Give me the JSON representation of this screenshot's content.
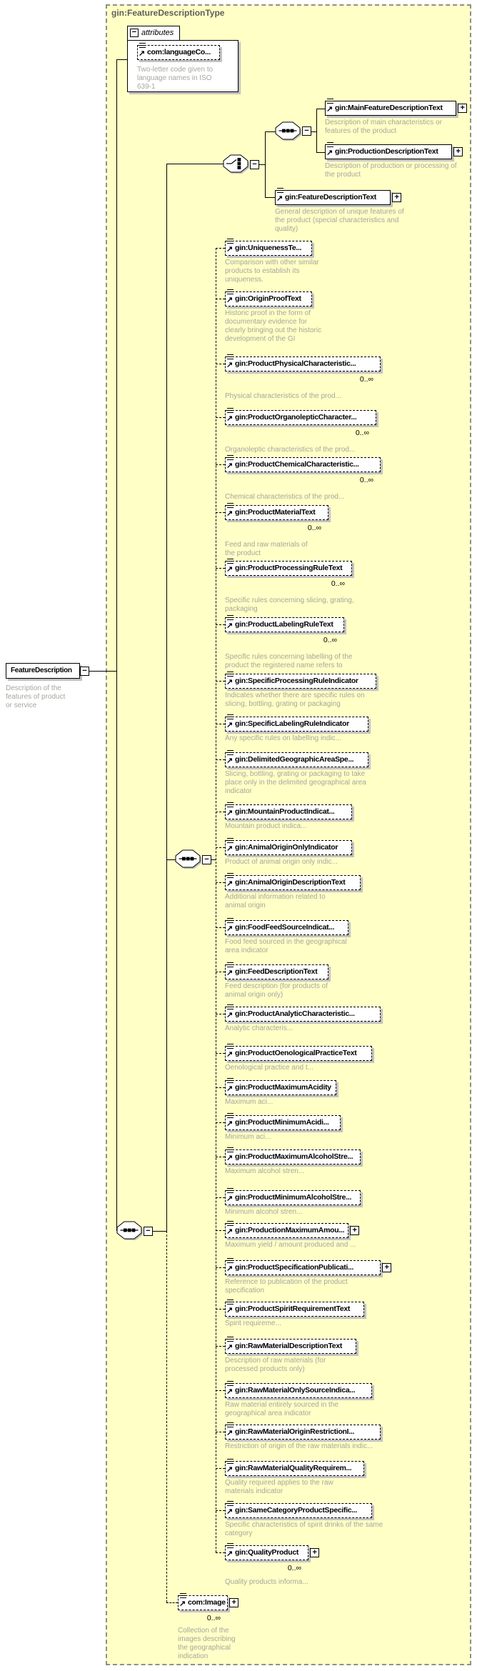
{
  "schema_type": {
    "label": "gin:FeatureDescriptionType"
  },
  "root_element": {
    "label": "FeatureDescription",
    "desc": "Description of the features of product or service"
  },
  "attributes_box": {
    "label": "attributes",
    "attribute": {
      "id": "com-languageCode",
      "label": "com:languageCo...",
      "desc": "Two-letter code given to language names in ISO 639-1"
    }
  },
  "elements": [
    {
      "id": "gin-MainFeatureDescriptionText",
      "label": "gin:MainFeatureDescriptionText",
      "desc": "Description of main characteristics or features of the product",
      "optional": false,
      "expandable": true
    },
    {
      "id": "gin-ProductionDescriptionText",
      "label": "gin:ProductionDescriptionText",
      "desc": "Description of production or processing of the product",
      "optional": false,
      "expandable": true
    },
    {
      "id": "gin-FeatureDescriptionText",
      "label": "gin:FeatureDescriptionText",
      "desc": "General description of unique features of the product (special characteristics and quality)",
      "optional": false,
      "expandable": true
    },
    {
      "id": "gin-UniquenessText",
      "label": "gin:UniquenessTe...",
      "desc": "Comparison with other similar products to establish its uniqueness.",
      "optional": true
    },
    {
      "id": "gin-OriginProofText",
      "label": "gin:OriginProofText",
      "desc": "Historic proof in the form of documentary evidence for clearly bringing out the historic development of the GI",
      "optional": true
    },
    {
      "id": "gin-ProductPhysicalCharacteristic",
      "label": "gin:ProductPhysicalCharacteristic...",
      "desc": "Physical characteristics of the prod...",
      "optional": true,
      "multiplicity": "0..∞"
    },
    {
      "id": "gin-ProductOrganolepticCharacter",
      "label": "gin:ProductOrganolepticCharacter...",
      "desc": "Organoleptic characteristics of the prod...",
      "optional": true,
      "multiplicity": "0..∞"
    },
    {
      "id": "gin-ProductChemicalCharacteristic",
      "label": "gin:ProductChemicalCharacteristic...",
      "desc": "Chemical characteristics of the prod...",
      "optional": true,
      "multiplicity": "0..∞"
    },
    {
      "id": "gin-ProductMaterialText",
      "label": "gin:ProductMaterialText",
      "desc": "Feed and raw materials of the product",
      "optional": true,
      "multiplicity": "0..∞"
    },
    {
      "id": "gin-ProductProcessingRuleText",
      "label": "gin:ProductProcessingRuleText",
      "desc": "Specific rules concerning slicing, grating, packaging",
      "optional": true,
      "multiplicity": "0..∞"
    },
    {
      "id": "gin-ProductLabelingRuleText",
      "label": "gin:ProductLabelingRuleText",
      "desc": "Specific rules concerning labelling of the product the registered name refers to",
      "optional": true,
      "multiplicity": "0..∞"
    },
    {
      "id": "gin-SpecificProcessingRuleIndicator",
      "label": "gin:SpecificProcessingRuleIndicator",
      "desc": "Indicates whether there are specific rules on slicing, bottling, grating or packaging",
      "optional": true
    },
    {
      "id": "gin-SpecificLabelingRuleIndicator",
      "label": "gin:SpecificLabelingRuleIndicator",
      "desc": "Any specific rules on labelling indic...",
      "optional": true
    },
    {
      "id": "gin-DelimitedGeographicAreaSpe",
      "label": "gin:DelimitedGeographicAreaSpe...",
      "desc": "Slicing, bottling, grating or packaging to take place only in the delimited geographical area indicator",
      "optional": true
    },
    {
      "id": "gin-MountainProductIndicat",
      "label": "gin:MountainProductIndicat...",
      "desc": "Mountain product indica...",
      "optional": true
    },
    {
      "id": "gin-AnimalOriginOnlyIndicator",
      "label": "gin:AnimalOriginOnlyIndicator",
      "desc": "Product of animal origin only indic...",
      "optional": true
    },
    {
      "id": "gin-AnimalOriginDescriptionText",
      "label": "gin:AnimalOriginDescriptionText",
      "desc": "Additional information related to animal origin",
      "optional": true
    },
    {
      "id": "gin-FoodFeedSourceIndicat",
      "label": "gin:FoodFeedSourceIndicat...",
      "desc": "Food feed sourced in the geographical area indicator",
      "optional": true
    },
    {
      "id": "gin-FeedDescriptionText",
      "label": "gin:FeedDescriptionText",
      "desc": "Feed description (for products of animal origin only)",
      "optional": true
    },
    {
      "id": "gin-ProductAnalyticCharacteristic",
      "label": "gin:ProductAnalyticCharacteristic...",
      "desc": "Analytic characteris...",
      "optional": true
    },
    {
      "id": "gin-ProductOenologicalPracticeText",
      "label": "gin:ProductOenologicalPracticeText",
      "desc": "Oenological practice and t...",
      "optional": true
    },
    {
      "id": "gin-ProductMaximumAcidity",
      "label": "gin:ProductMaximumAcidity",
      "desc": "Maximum aci...",
      "optional": true
    },
    {
      "id": "gin-ProductMinimumAcidi",
      "label": "gin:ProductMinimumAcidi...",
      "desc": "Minimum aci...",
      "optional": true
    },
    {
      "id": "gin-ProductMaximumAlcoholStre",
      "label": "gin:ProductMaximumAlcoholStre...",
      "desc": "Maximum alcohol stren...",
      "optional": true
    },
    {
      "id": "gin-ProductMinimumAlcoholStre",
      "label": "gin:ProductMinimumAlcoholStre...",
      "desc": "Minimum alcohol stren...",
      "optional": true
    },
    {
      "id": "gin-ProductionMaximumAmou",
      "label": "gin:ProductionMaximumAmou...",
      "desc": "Maximum yield / amount produced and ...",
      "optional": true,
      "expandable": true
    },
    {
      "id": "gin-ProductSpecificationPublicati",
      "label": "gin:ProductSpecificationPublicati...",
      "desc": "Reference to publication of the product specification",
      "optional": true,
      "expandable": true
    },
    {
      "id": "gin-ProductSpiritRequirementText",
      "label": "gin:ProductSpiritRequirementText",
      "desc": "Spirit requireme...",
      "optional": true
    },
    {
      "id": "gin-RawMaterialDescriptionText",
      "label": "gin:RawMaterialDescriptionText",
      "desc": "Description of raw materials (for processed products only)",
      "optional": true
    },
    {
      "id": "gin-RawMaterialOnlySourceIndica",
      "label": "gin:RawMaterialOnlySourceIndica...",
      "desc": "Raw material entirely sourced in the geographical area indicator",
      "optional": true
    },
    {
      "id": "gin-RawMaterialOriginRestrictionI",
      "label": "gin:RawMaterialOriginRestrictionI...",
      "desc": "Restriction of origin of the raw materials indic...",
      "optional": true
    },
    {
      "id": "gin-RawMaterialQualityRequirem",
      "label": "gin:RawMaterialQualityRequirem...",
      "desc": "Quality required applies to the raw materials indicator",
      "optional": true
    },
    {
      "id": "gin-SameCategoryProductSpecific",
      "label": "gin:SameCategoryProductSpecific...",
      "desc": "Specific characteristics of spirit drinks of the same category",
      "optional": true
    },
    {
      "id": "gin-QualityProduct",
      "label": "gin:QualityProduct",
      "desc": "Quality products informa...",
      "optional": true,
      "expandable": true,
      "multiplicity": "0..∞"
    },
    {
      "id": "com-Image",
      "label": "com:Image",
      "desc": "Collection of the images describing the geographical indication",
      "optional": true,
      "expandable": true,
      "multiplicity": "0..∞"
    }
  ]
}
